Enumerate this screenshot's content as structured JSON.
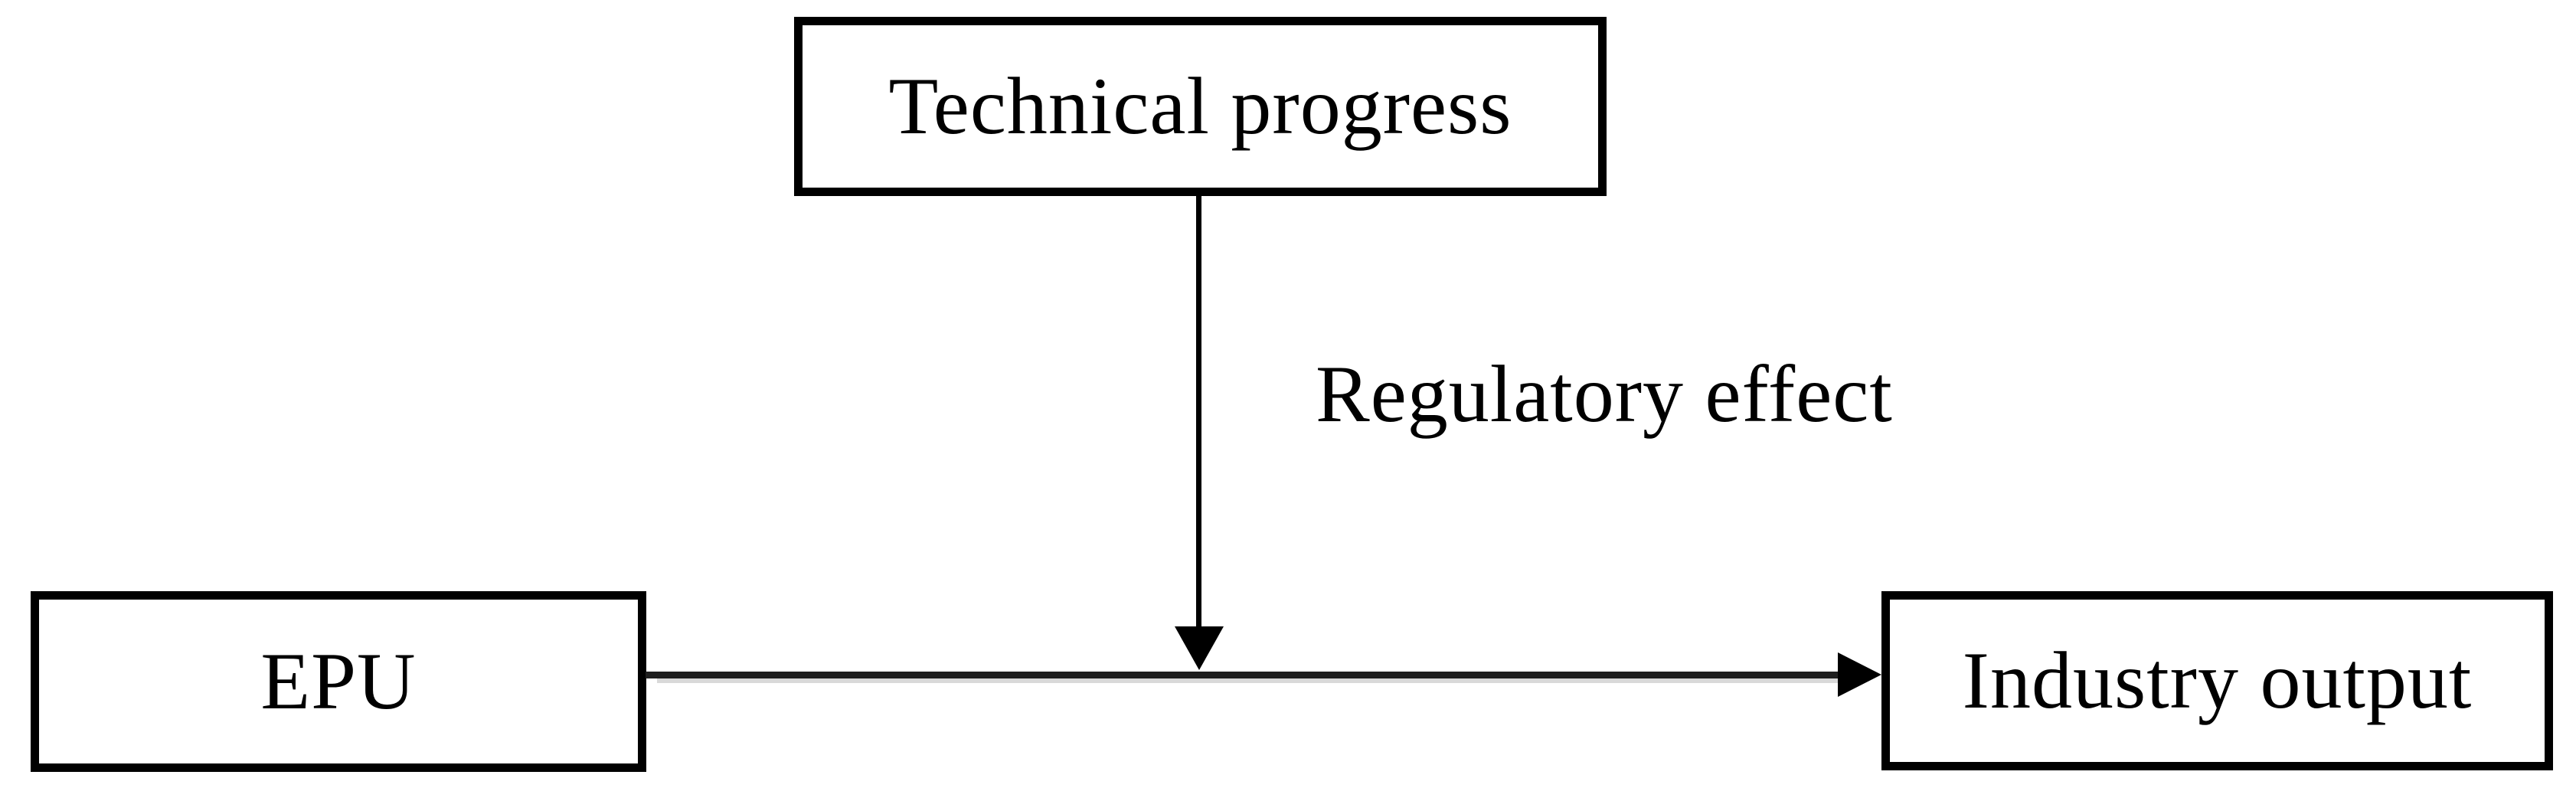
{
  "diagram": {
    "nodes": {
      "technical_progress": {
        "label": "Technical progress"
      },
      "epu": {
        "label": "EPU"
      },
      "industry_output": {
        "label": "Industry output"
      }
    },
    "edges": {
      "regulatory_effect": {
        "label": "Regulatory effect",
        "from": "Technical progress",
        "to": "EPU-Industry output arrow"
      },
      "epu_to_industry": {
        "label": "",
        "from": "EPU",
        "to": "Industry output"
      }
    },
    "colors": {
      "background": "#ffffff",
      "box_border": "#000000",
      "text": "#000000",
      "arrow_line": "#1f1f1f",
      "arrow_shadow": "#d9d9d9"
    }
  }
}
